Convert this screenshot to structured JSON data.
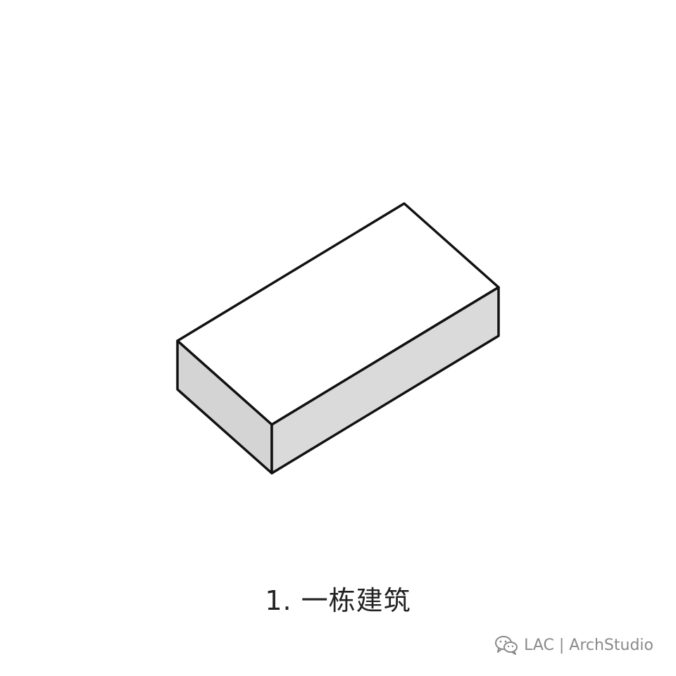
{
  "diagram": {
    "shape": "box",
    "colors": {
      "top_face": "#ffffff",
      "left_face": "#d4d4d4",
      "front_face": "#dadada",
      "edge": "#111111"
    }
  },
  "caption": "1. 一栋建筑",
  "watermark": {
    "icon": "wechat-icon",
    "text": "LAC | ArchStudio"
  }
}
